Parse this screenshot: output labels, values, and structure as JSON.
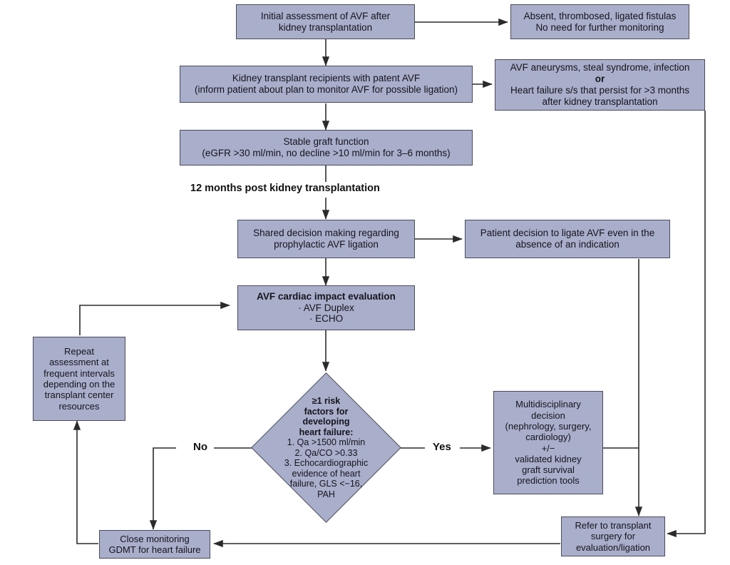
{
  "diagram": {
    "title": "AVF management algorithm after kidney transplantation",
    "colors": {
      "node_fill": "#a9aecb",
      "node_border": "#4a4a5a",
      "line": "#333333",
      "text": "#15151c",
      "background": "#ffffff"
    },
    "nodes": {
      "initial_assessment": {
        "line1": "Initial assessment of AVF after",
        "line2": "kidney transplantation"
      },
      "absent_fistulas": {
        "line1": "Absent, thrombosed, ligated fistulas",
        "line2": "No need for further monitoring"
      },
      "patent_avf": {
        "line1": "Kidney transplant recipients with patent AVF",
        "line2": "(inform patient about plan to monitor AVF for possible ligation)"
      },
      "aneurysms": {
        "line1": "AVF aneurysms, steal syndrome, infection",
        "line2": "or",
        "line3": "Heart failure s/s that persist for >3 months",
        "line4": "after kidney transplantation"
      },
      "stable_graft": {
        "line1": "Stable graft function",
        "line2": "(eGFR >30 ml/min, no decline >10 ml/min for 3–6 months)"
      },
      "twelve_months_label": "12 months post kidney transplantation",
      "shared_decision": {
        "line1": "Shared decision making regarding",
        "line2": "prophylactic AVF ligation"
      },
      "patient_decision": {
        "line1": "Patient decision to ligate AVF even in the",
        "line2": "absence of an indication"
      },
      "cardiac_eval": {
        "heading": "AVF cardiac impact evaluation",
        "bullet1": "· AVF Duplex",
        "bullet2": "· ECHO"
      },
      "repeat_assessment": {
        "line1": "Repeat",
        "line2": "assessment at",
        "line3": "frequent intervals",
        "line4": "depending on the",
        "line5": "transplant center",
        "line6": "resources"
      },
      "risk_diamond": {
        "heading1": "≥1 risk",
        "heading2": "factors for",
        "heading3": "developing",
        "heading4": "heart failure:",
        "item1": "1. Qa >1500 ml/min",
        "item2": "2. Qa/CO >0.33",
        "item3": "3. Echocardiographic",
        "item4": "evidence of heart",
        "item5": "failure, GLS <−16,",
        "item6": "PAH"
      },
      "multidisciplinary": {
        "line1": "Multidisciplinary",
        "line2": "decision",
        "line3": "(nephrology, surgery,",
        "line4": "cardiology)",
        "line5": "+/−",
        "line6": "validated kidney",
        "line7": "graft survival",
        "line8": "prediction tools"
      },
      "close_monitoring": {
        "line1": "Close monitoring",
        "line2": "GDMT for heart failure"
      },
      "refer_surgery": {
        "line1": "Refer to transplant",
        "line2": "surgery for",
        "line3": "evaluation/ligation"
      }
    },
    "edge_labels": {
      "no": "No",
      "yes": "Yes"
    }
  }
}
